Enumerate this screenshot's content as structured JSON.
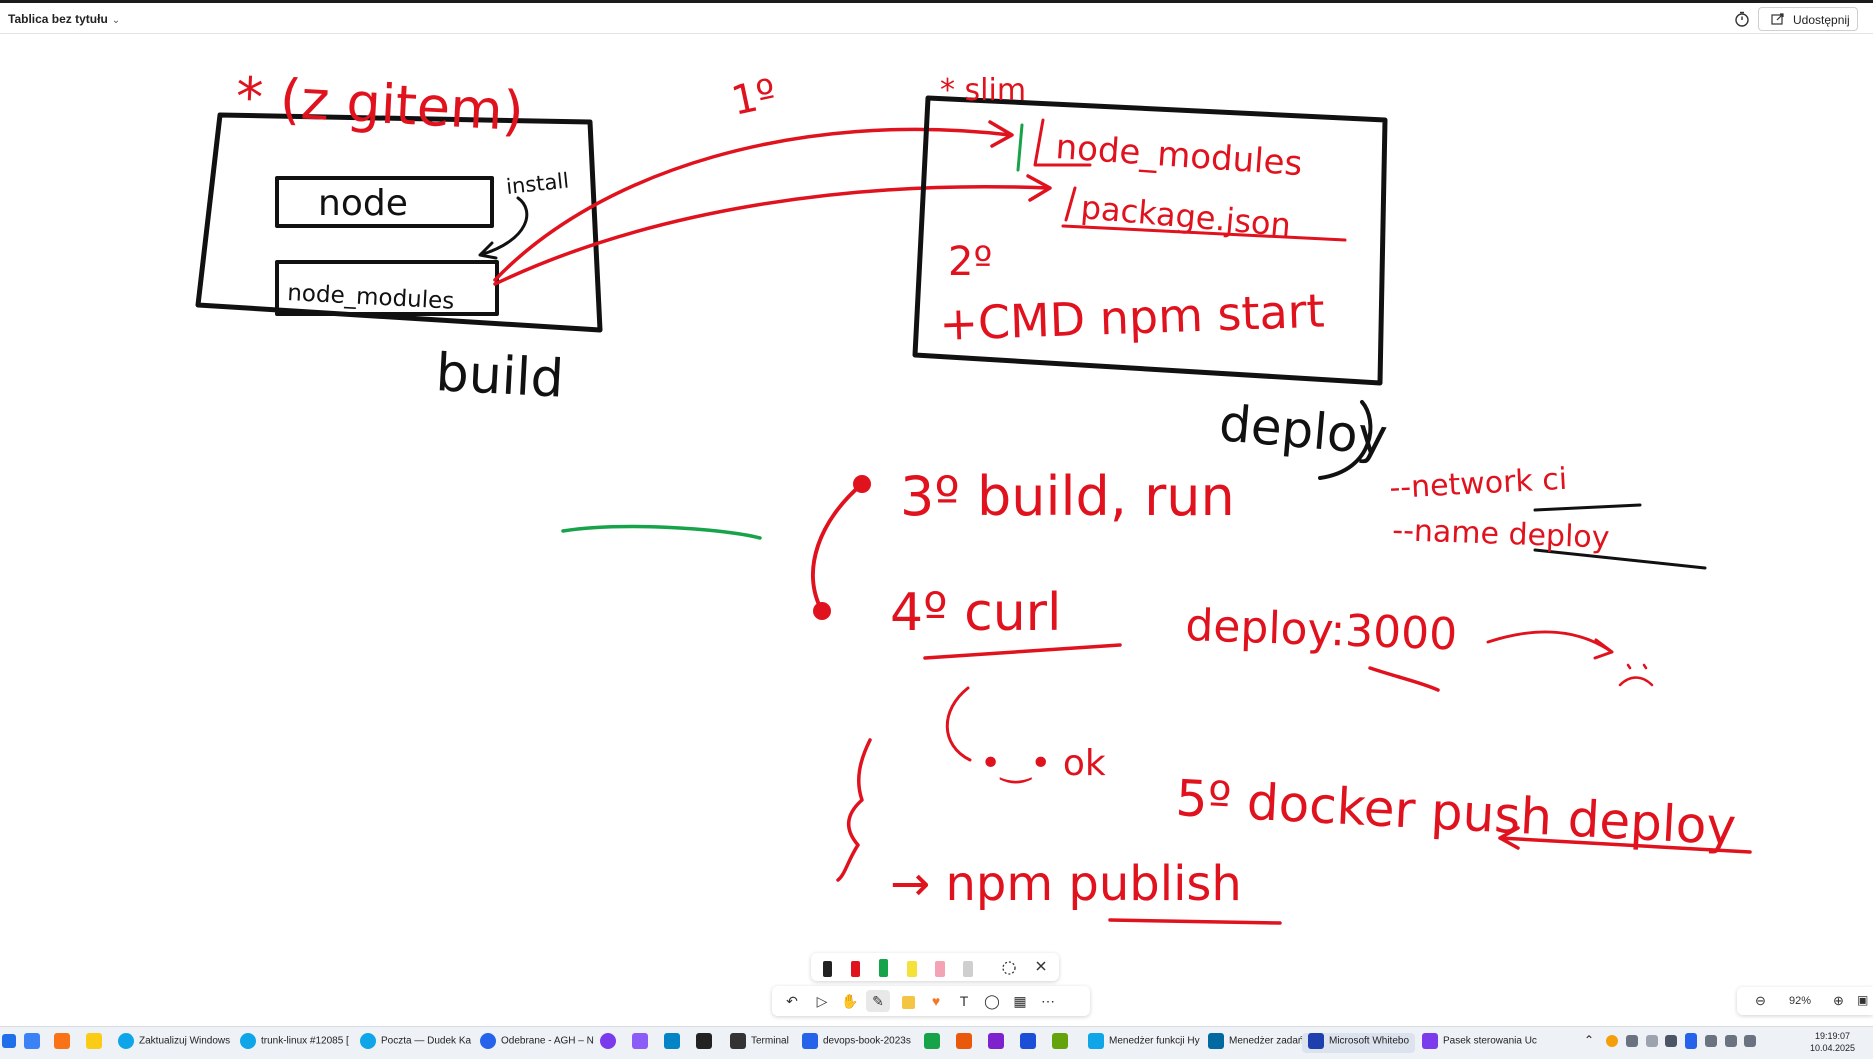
{
  "window": {
    "title": "Tablica bez tytułu",
    "share_label": "Udostępnij"
  },
  "whiteboard": {
    "left_box_title": "* (z gitem)",
    "left_box_items": [
      "node",
      "node_modules"
    ],
    "install_note": "install",
    "left_box_caption": "build",
    "arrow_note": "1º",
    "right_box_title": "* slim",
    "right_box_items": [
      "node_modules",
      "package.json"
    ],
    "right_box_step": "2º",
    "right_box_cmd": "+CMD npm start",
    "right_box_caption": "deploy",
    "step3": "3º build, run",
    "flags": [
      "--network ci",
      "--name deploy"
    ],
    "step4": "4º curl",
    "step4_target": "deploy:3000",
    "ok_note": "•‿• ok",
    "step5": "5º docker push deploy",
    "npm_publish": "→ npm publish",
    "colors": {
      "ink_black": "#111111",
      "ink_red": "#e0121e",
      "ink_green": "#16a34a"
    }
  },
  "zoom": "92%",
  "taskbar": {
    "apps": [
      "Zaktualizuj Windows",
      "trunk-linux #12085 [",
      "Poczta — Dudek Ka",
      "Odebrane - AGH – N",
      "Terminal",
      "devops-book-2023s",
      "Menedżer funkcji Hy",
      "Menedżer zadań",
      "Microsoft Whitebo",
      "Pasek sterowania Uc"
    ],
    "clock_time": "19:19:07",
    "clock_date": "10.04.2025"
  }
}
